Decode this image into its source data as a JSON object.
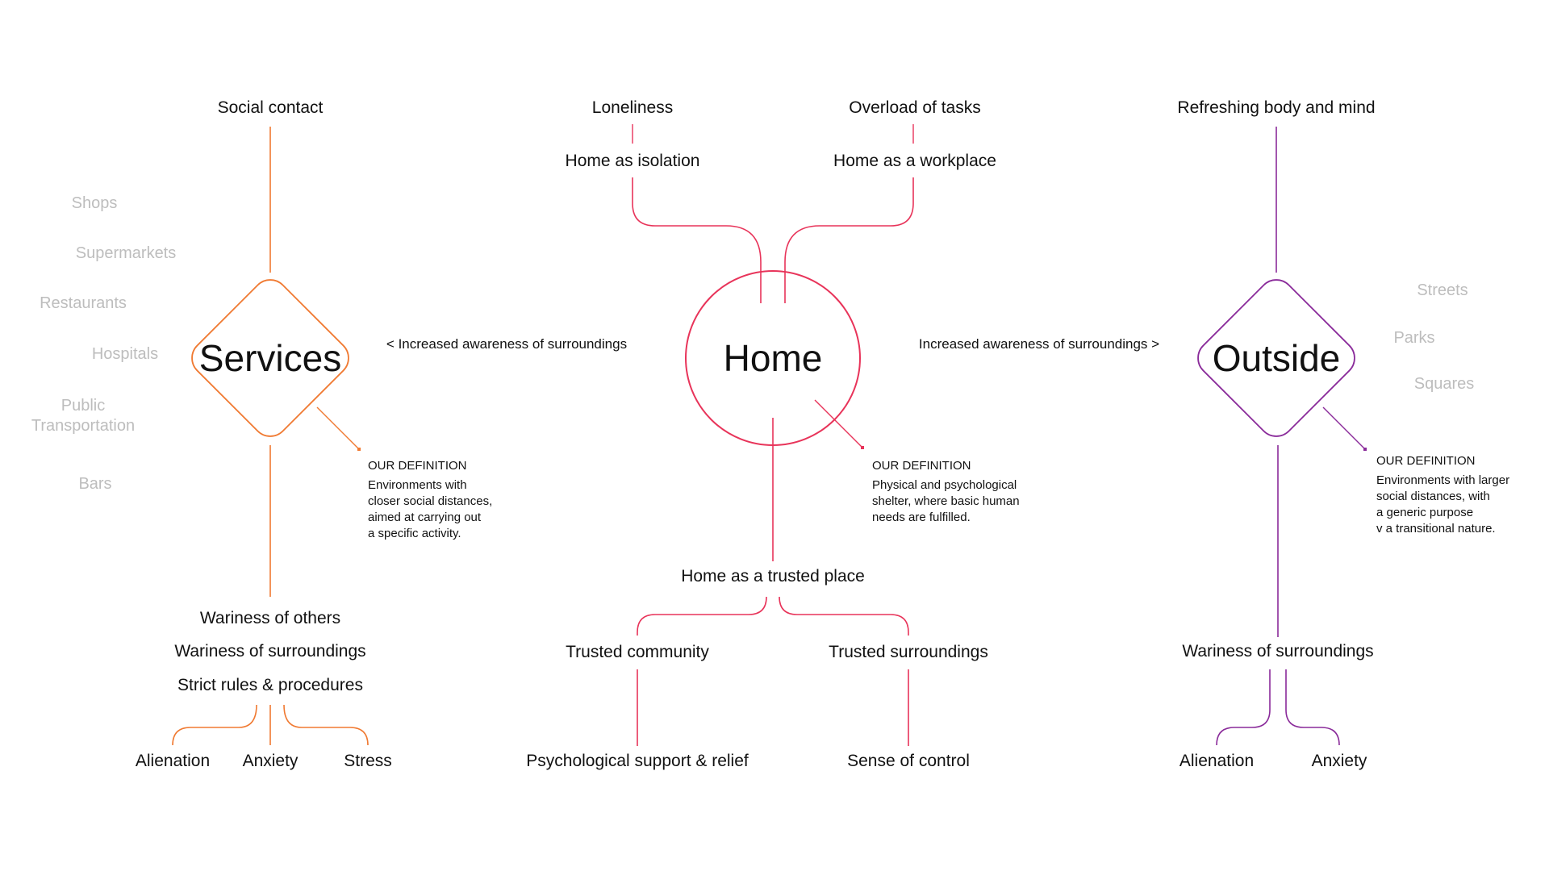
{
  "colors": {
    "services": "#f07a32",
    "home": "#e8345a",
    "outside": "#8a2b9a",
    "muted": "#bdbdbd"
  },
  "nodes": {
    "services": "Services",
    "home": "Home",
    "outside": "Outside"
  },
  "top": {
    "social_contact": "Social contact",
    "loneliness": "Loneliness",
    "overload_of_tasks": "Overload of tasks",
    "refreshing": "Refreshing body and mind",
    "home_isolation": "Home as isolation",
    "home_workplace": "Home as a workplace"
  },
  "axis": {
    "left": "< Increased awareness of surroundings",
    "right": "Increased awareness of surroundings >"
  },
  "services_examples": [
    "Shops",
    "Supermarkets",
    "Restaurants",
    "Hospitals",
    "Public\nTransportation",
    "Bars"
  ],
  "outside_examples": [
    "Streets",
    "Parks",
    "Squares"
  ],
  "definitions": {
    "heading": "OUR DEFINITION",
    "services": "Environments with\ncloser social distances,\naimed at carrying out\na specific activity.",
    "home": "Physical and psychological\nshelter, where basic human\nneeds are fulfilled.",
    "outside": "Environments with larger\nsocial distances, with\na generic purpose\nv a transitional nature."
  },
  "services_bottom": {
    "wariness_others": "Wariness of others",
    "wariness_surroundings": "Wariness of surroundings",
    "strict_rules": "Strict rules & procedures",
    "alienation": "Alienation",
    "anxiety": "Anxiety",
    "stress": "Stress"
  },
  "home_bottom": {
    "trusted_place": "Home as a trusted place",
    "trusted_community": "Trusted community",
    "trusted_surroundings": "Trusted surroundings",
    "psych_support": "Psychological support & relief",
    "sense_control": "Sense of control"
  },
  "outside_bottom": {
    "wariness_surroundings": "Wariness of surroundings",
    "alienation": "Alienation",
    "anxiety": "Anxiety"
  }
}
